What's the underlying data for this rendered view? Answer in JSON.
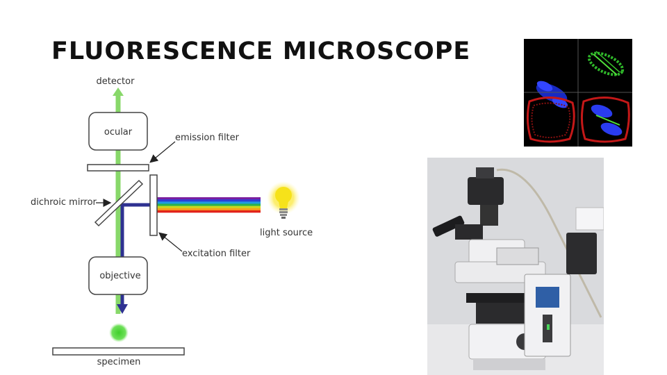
{
  "slide": {
    "title": "FLUORESCENCE MICROSCOPE"
  },
  "diagram": {
    "labels": {
      "detector": "detector",
      "ocular": "ocular",
      "emission_filter": "emission filter",
      "dichroic_mirror": "dichroic mirror",
      "light_source": "light source",
      "excitation_filter": "excitation filter",
      "objective": "objective",
      "specimen": "specimen"
    },
    "colors": {
      "emission_beam": "#88d86a",
      "excitation_beam": "#2e3191",
      "specimen_glow": "#55d43c",
      "bulb": "#f6e21a"
    },
    "spectrum_colors": [
      "#7a1fa0",
      "#2b3fd6",
      "#1e9be0",
      "#2bb24c",
      "#c9d81f",
      "#f7a21a",
      "#e2231a"
    ]
  },
  "images": {
    "confocal_panels": {
      "icon": "cell-fluorescence-grid-image",
      "panels": [
        "blue-nuclei",
        "green-tubules",
        "red-membrane",
        "merged"
      ]
    },
    "microscope_photo": {
      "icon": "fluorescence-microscope-photo"
    }
  }
}
